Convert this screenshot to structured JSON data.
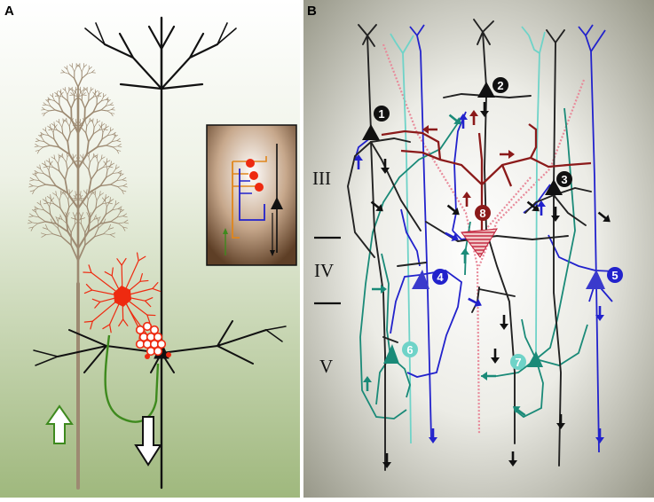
{
  "panels": {
    "a": {
      "label": "A"
    },
    "b": {
      "label": "B",
      "layers": [
        "III",
        "IV",
        "V"
      ],
      "cells": [
        "1",
        "2",
        "3",
        "4",
        "5",
        "6",
        "7",
        "8"
      ]
    }
  },
  "colors": {
    "panel_a_bg_top": "#ffffff",
    "panel_a_bg_bottom": "#9fb87d",
    "panel_b_bg_center": "#ffffff",
    "panel_b_bg_edge": "#8d8d7d",
    "pyramidal": "#111111",
    "blue_cell": "#2222cc",
    "teal_cell": "#1a8a78",
    "cyan_cell": "#6fd3c8",
    "dark_red": "#8b1a1a",
    "red_cell": "#ee2a10",
    "brown_tree": "#9d8a72",
    "green_axon": "#3e8a1e",
    "orange_axon": "#e0861c",
    "pink_dotted": "#e88a9a"
  }
}
